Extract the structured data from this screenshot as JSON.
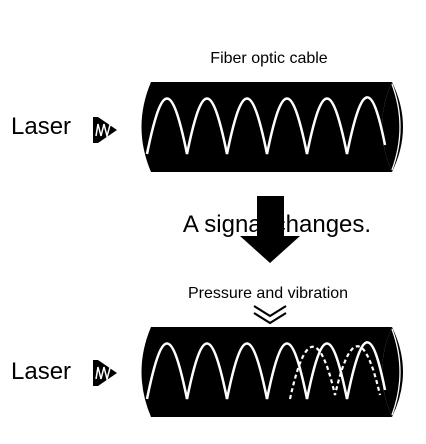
{
  "labels": {
    "cable": "Fiber optic cable",
    "laser_top": "Laser",
    "laser_bottom": "Laser",
    "signal_changes": "A signal changes.",
    "pressure": "Pressure and vibration"
  },
  "icons": [
    "laser-emitter-icon",
    "down-arrow-icon",
    "double-chevron-down-icon"
  ],
  "colors": {
    "cable": "#000000",
    "wave": "#ffffff",
    "background": "#ffffff"
  }
}
